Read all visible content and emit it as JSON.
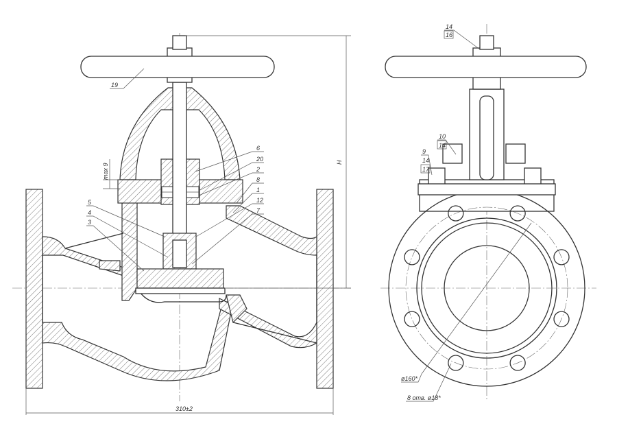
{
  "left_view": {
    "callouts_right": [
      "6",
      "20",
      "2",
      "8",
      "1",
      "12",
      "7"
    ],
    "callouts_left": [
      "5",
      "4",
      "3"
    ],
    "handwheel_callout": "19",
    "stroke_dim": "max 9",
    "height_dim": "H",
    "length_dim": "310±2"
  },
  "right_view": {
    "nut_callout": [
      "14",
      "16"
    ],
    "stud_callout": [
      "10",
      "14"
    ],
    "bolt_callout": [
      "9",
      "14",
      "17"
    ],
    "bolt_circle_dim": "ø160*",
    "holes_dim": "8 отв. ø18*"
  },
  "colors": {
    "line": "#333333",
    "background": "#ffffff"
  }
}
